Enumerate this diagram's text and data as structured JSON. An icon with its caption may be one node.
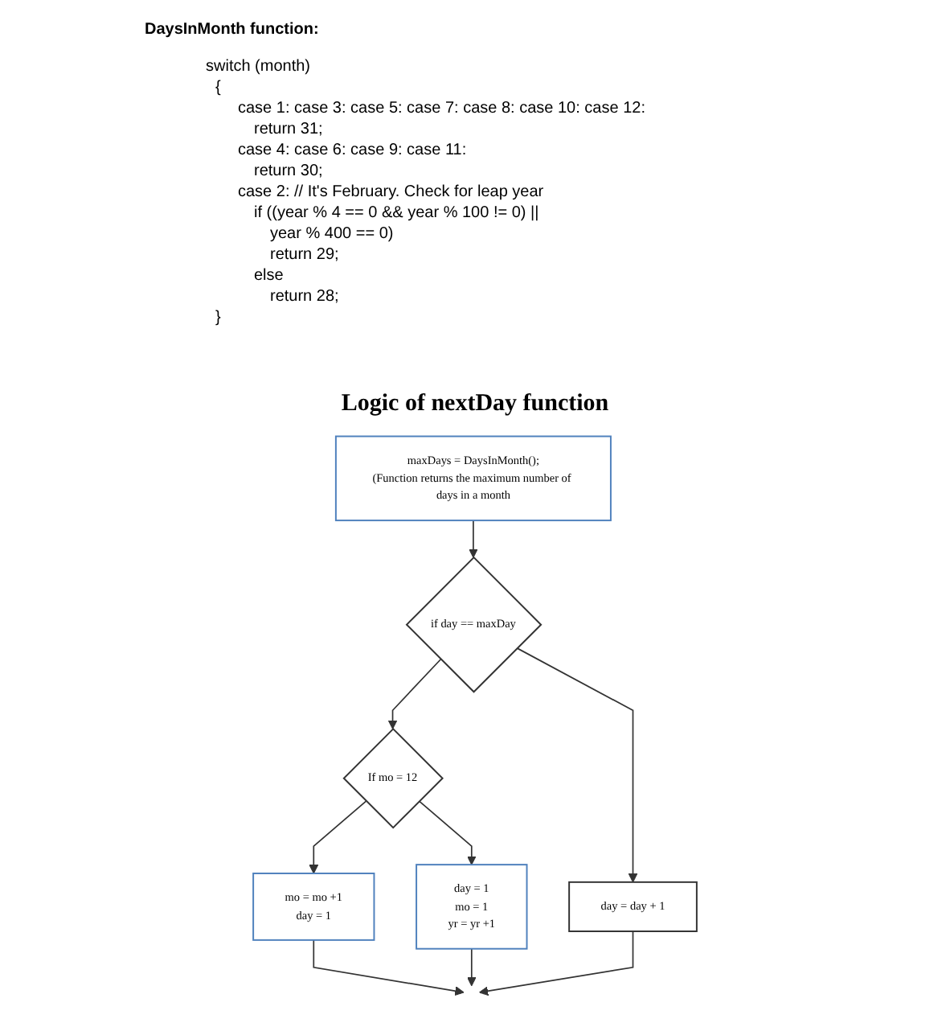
{
  "diagram": {
    "title": "Logic of nextDay function",
    "nodes": [
      {
        "text": [
          "maxDays = DaysInMonth();",
          "(Function returns the maximum number of days in a month"
        ]
      },
      {
        "text": [
          "if day == maxDay"
        ]
      },
      {
        "text": [
          "day = day + 1"
        ]
      },
      {
        "text": [
          "If mo = 12"
        ]
      },
      {
        "text": [
          "mo = mo +1",
          "day = 1"
        ]
      },
      {
        "text": [
          "day = 1",
          "mo = 1",
          "yr = yr +1"
        ]
      }
    ],
    "edges": [
      {
        "from": 0,
        "to": 1,
        "arrow": "to"
      },
      {
        "from": 1,
        "to": 2,
        "arrow": "to"
      },
      {
        "from": 1,
        "to": 3,
        "arrow": "to"
      },
      {
        "from": 3,
        "to": 4,
        "arrow": "to"
      },
      {
        "from": 3,
        "to": 5,
        "arrow": "to"
      },
      {
        "from": 4,
        "to": null,
        "arrow": "to"
      },
      {
        "from": 5,
        "to": null,
        "arrow": "to"
      },
      {
        "from": 2,
        "to": null,
        "arrow": "to"
      }
    ],
    "labels": [
      "DaysInMonth function:",
      "switch (month)",
      "{",
      "case 1: case 3: case 5: case 7: case 8: case 10: case 12:",
      "return 31;",
      "case 4: case 6: case 9: case 11:",
      "return 30;",
      "case 2: // It's February. Check for leap year",
      "if ((year % 4 == 0 && year % 100 != 0) ||",
      "year % 400 == 0)",
      "return 29;",
      "else",
      "return 28;",
      "}"
    ]
  }
}
